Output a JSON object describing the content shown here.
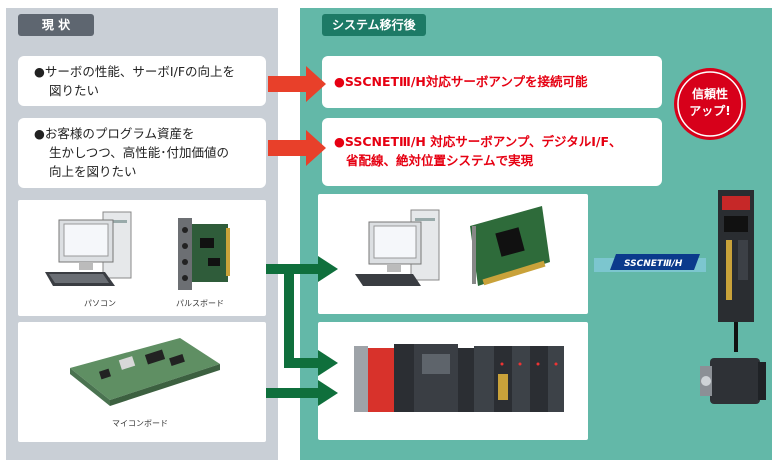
{
  "left_tag": "現 状",
  "right_tag": "システム移行後",
  "left_items": [
    {
      "bullet": "●",
      "lines": [
        "サーボの性能、サーボI/Fの向上を",
        "図りたい"
      ]
    },
    {
      "bullet": "●",
      "lines": [
        "お客様のプログラム資産を",
        "生かしつつ、高性能･付加価値の",
        "向上を図りたい"
      ]
    }
  ],
  "right_items": [
    {
      "lines": [
        "●SSCNETⅢ/H対応サーボアンプを接続可能"
      ]
    },
    {
      "lines": [
        "●SSCNETⅢ/H 対応サーボアンプ、デジタルI/F、",
        "省配線、絶対位置システムで実現"
      ]
    }
  ],
  "badge_lines": [
    "信頼性",
    "アップ!"
  ],
  "captions": {
    "pc": "パソコン",
    "pulse_board": "パルスボード",
    "micro_board": "マイコンボード"
  },
  "network_logo": "SSCNETⅢ/H",
  "colors": {
    "arrow_red": "#e8402a",
    "arrow_green": "#0f6f3c",
    "badge": "#d7001a"
  }
}
